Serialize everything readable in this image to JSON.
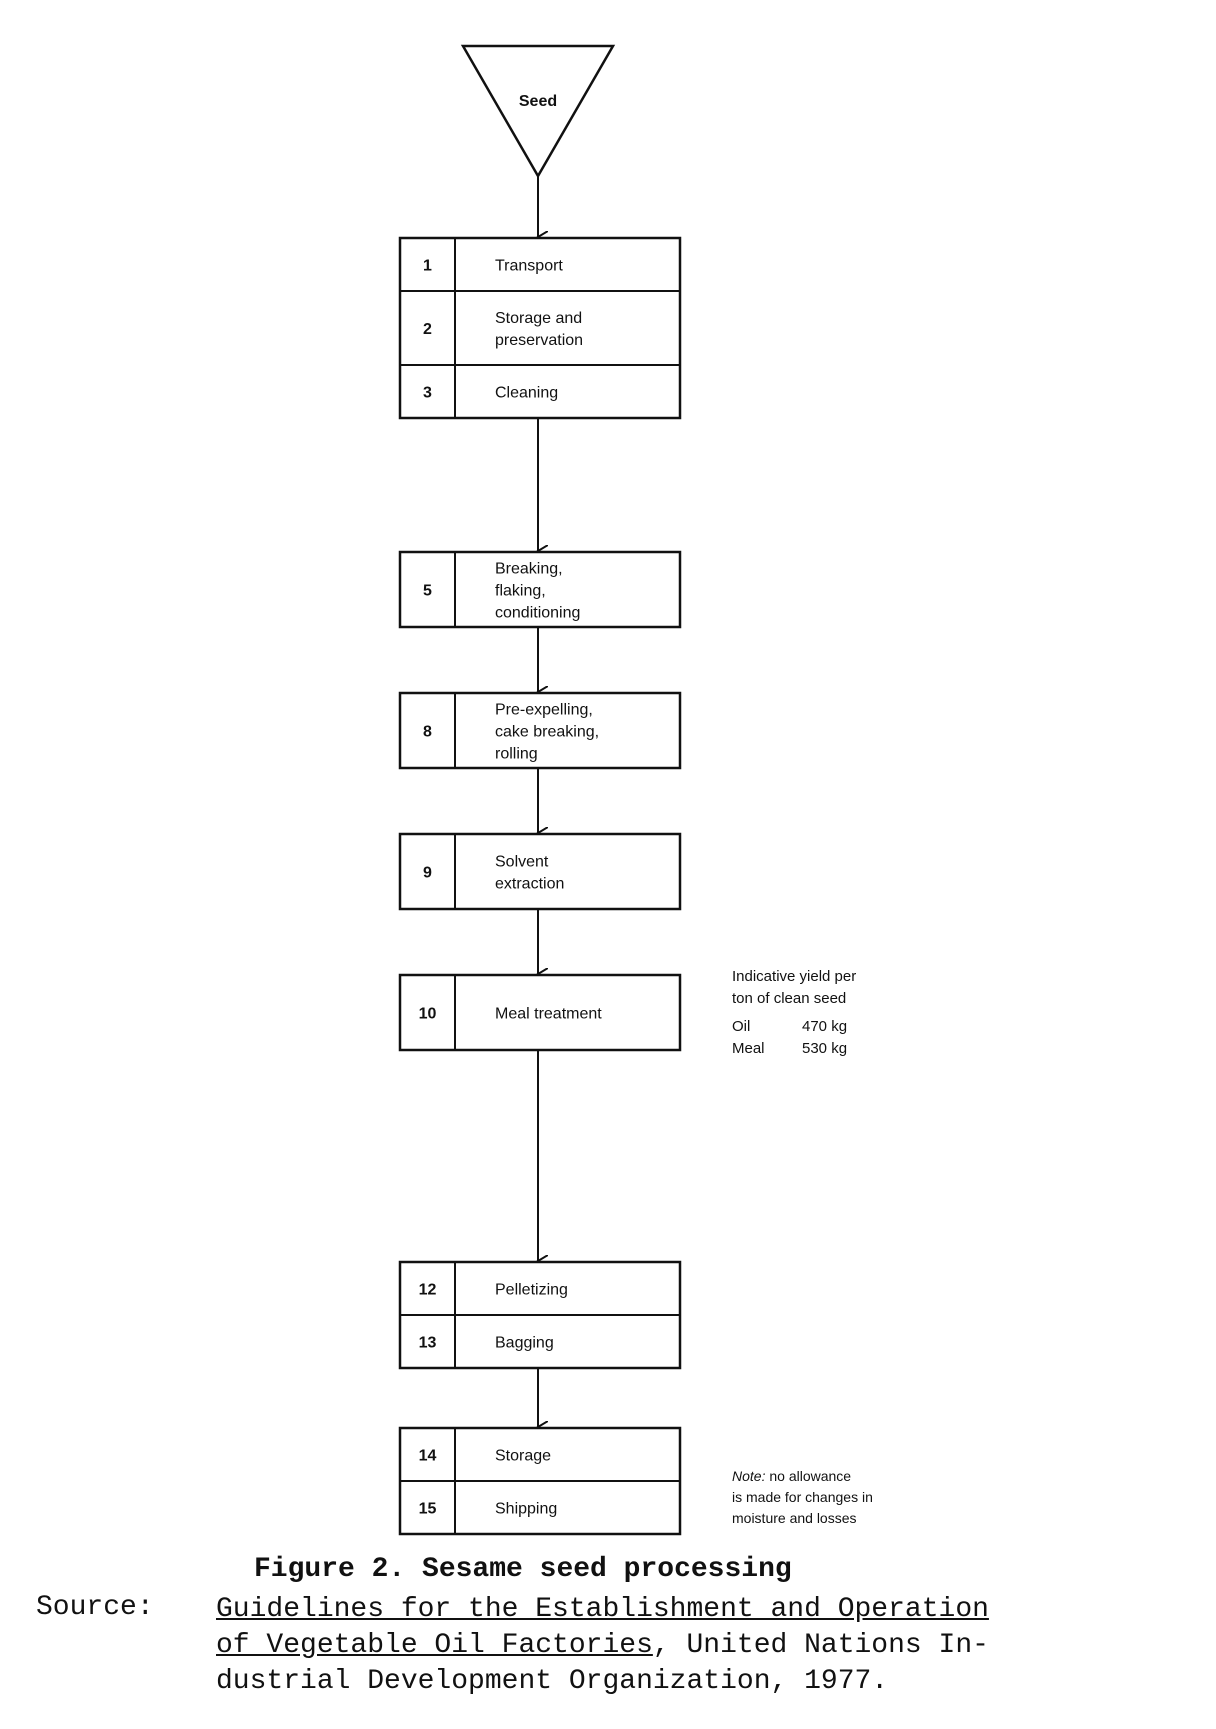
{
  "start": {
    "label": "Seed"
  },
  "groups": [
    {
      "steps": [
        {
          "num": "1",
          "lines": [
            "Transport"
          ]
        },
        {
          "num": "2",
          "lines": [
            "Storage and",
            "preservation"
          ]
        },
        {
          "num": "3",
          "lines": [
            "Cleaning"
          ]
        }
      ]
    },
    {
      "steps": [
        {
          "num": "5",
          "lines": [
            "Breaking,",
            "flaking,",
            "conditioning"
          ]
        }
      ]
    },
    {
      "steps": [
        {
          "num": "8",
          "lines": [
            "Pre-expelling,",
            "cake breaking,",
            "rolling"
          ]
        }
      ]
    },
    {
      "steps": [
        {
          "num": "9",
          "lines": [
            "Solvent",
            "extraction"
          ]
        }
      ]
    },
    {
      "steps": [
        {
          "num": "10",
          "lines": [
            "Meal treatment"
          ]
        }
      ]
    },
    {
      "steps": [
        {
          "num": "12",
          "lines": [
            "Pelletizing"
          ]
        },
        {
          "num": "13",
          "lines": [
            "Bagging"
          ]
        }
      ]
    },
    {
      "steps": [
        {
          "num": "14",
          "lines": [
            "Storage"
          ]
        },
        {
          "num": "15",
          "lines": [
            "Shipping"
          ]
        }
      ]
    }
  ],
  "yield_note": {
    "heading_line1": "Indicative yield per",
    "heading_line2": "ton of clean seed",
    "oil_label": "Oil",
    "oil_value": "470 kg",
    "meal_label": "Meal",
    "meal_value": "530 kg"
  },
  "allowance_note": {
    "label": "Note:",
    "line1": "no allowance",
    "line2": "is made for changes in",
    "line3": "moisture and losses"
  },
  "caption": {
    "title": "Figure 2.  Sesame seed processing",
    "source_label": "Source:",
    "source_title_1": "Guidelines for the Establishment and Operation",
    "source_title_2": "of Vegetable Oil Factories",
    "source_rest_1": ", United Nations In-",
    "source_rest_2": "dustrial Development Organization, 1977."
  }
}
